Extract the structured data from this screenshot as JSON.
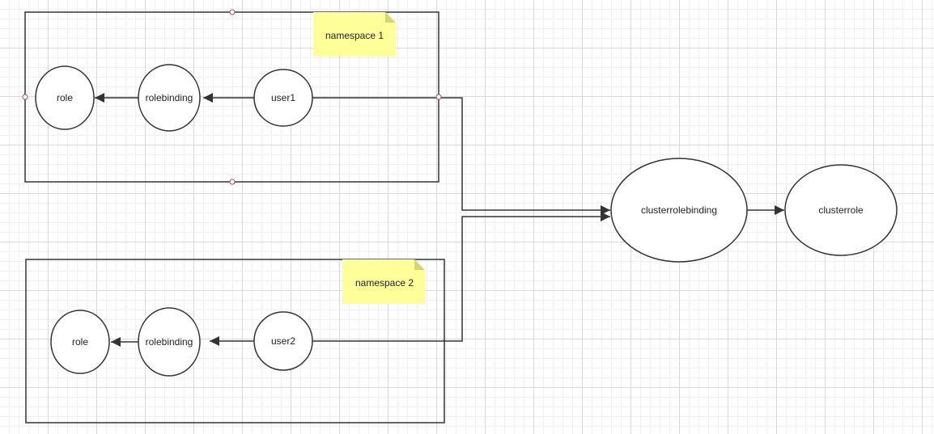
{
  "diagram": {
    "namespaces": [
      {
        "note": "namespace 1",
        "nodes": {
          "role": "role",
          "rolebinding": "rolebinding",
          "user": "user1"
        }
      },
      {
        "note": "namespace 2",
        "nodes": {
          "role": "role",
          "rolebinding": "rolebinding",
          "user": "user2"
        }
      }
    ],
    "cluster": {
      "binding": "clusterrolebinding",
      "role": "clusterrole"
    },
    "colors": {
      "stroke": "#333333",
      "note_fill": "#ffff99",
      "note_fold": "#d6d66a",
      "selection_handle": "#a0525a"
    }
  }
}
